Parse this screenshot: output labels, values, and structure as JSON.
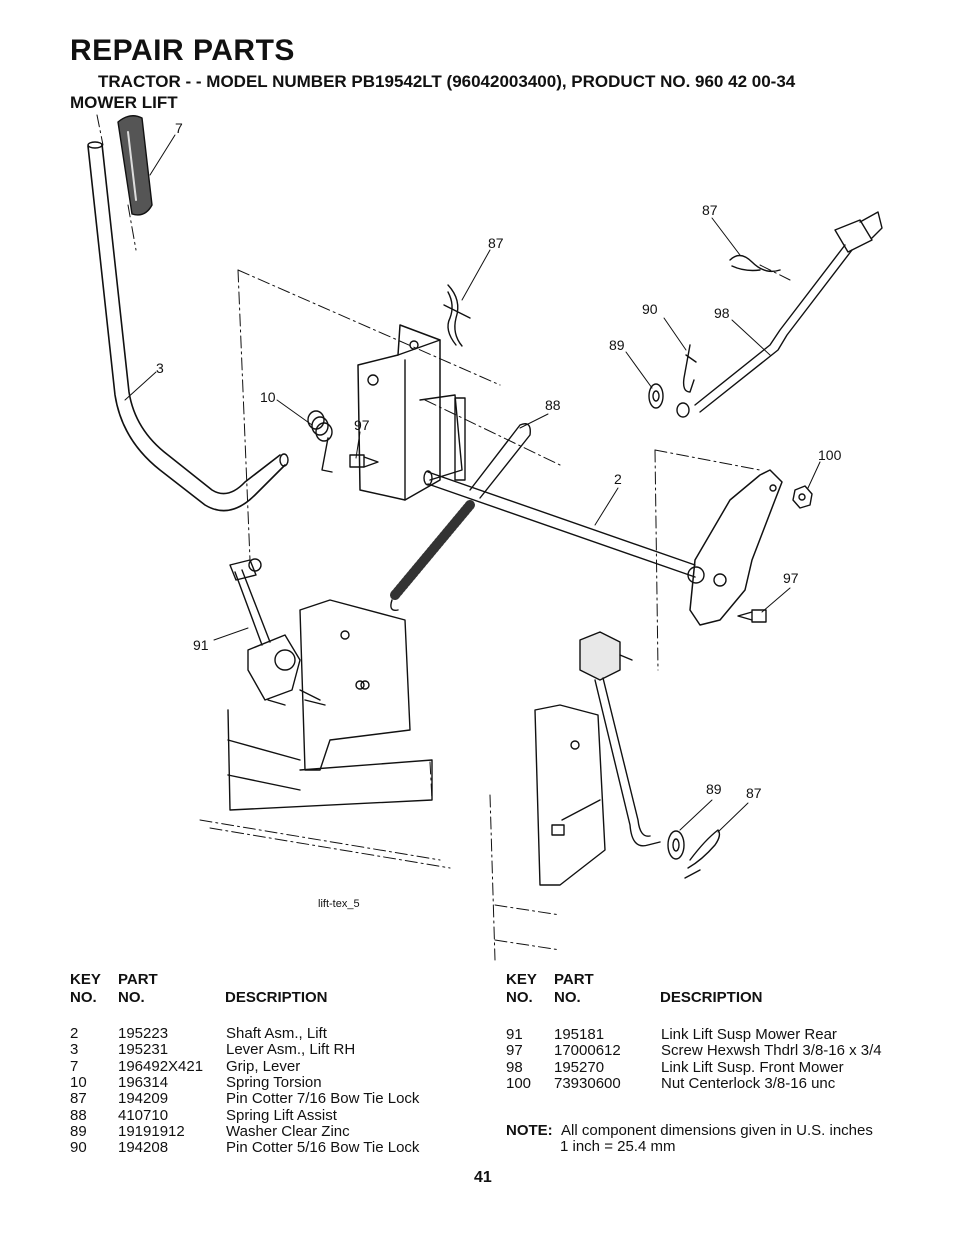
{
  "header": {
    "title": "REPAIR PARTS",
    "subtitle": "TRACTOR - - MODEL NUMBER PB19542LT (96042003400), PRODUCT NO. 960 42 00-34",
    "section": "MOWER LIFT"
  },
  "diagram": {
    "callouts": [
      "7",
      "87",
      "87",
      "90",
      "98",
      "89",
      "3",
      "10",
      "97",
      "88",
      "2",
      "100",
      "97",
      "91",
      "89",
      "87"
    ],
    "figure_label": "lift-tex_5"
  },
  "table_headers": {
    "key_top": "KEY",
    "part_top": "PART",
    "key": "NO.",
    "part": "NO.",
    "description": "DESCRIPTION"
  },
  "parts_left": [
    {
      "key": "2",
      "part": "195223",
      "description": "Shaft Asm., Lift"
    },
    {
      "key": "3",
      "part": "195231",
      "description": "Lever Asm., Lift RH"
    },
    {
      "key": "7",
      "part": "196492X421",
      "description": "Grip, Lever"
    },
    {
      "key": "10",
      "part": "196314",
      "description": "Spring Torsion"
    },
    {
      "key": "87",
      "part": "194209",
      "description": "Pin Cotter 7/16 Bow Tie Lock"
    },
    {
      "key": "88",
      "part": "410710",
      "description": "Spring Lift Assist"
    },
    {
      "key": "89",
      "part": "19191912",
      "description": "Washer Clear Zinc"
    },
    {
      "key": "90",
      "part": "194208",
      "description": "Pin Cotter 5/16 Bow Tie Lock"
    }
  ],
  "parts_right": [
    {
      "key": "91",
      "part": "195181",
      "description": "Link Lift Susp Mower Rear"
    },
    {
      "key": "97",
      "part": "17000612",
      "description": "Screw Hexwsh Thdrl 3/8-16 x 3/4"
    },
    {
      "key": "98",
      "part": "195270",
      "description": "Link Lift Susp. Front Mower"
    },
    {
      "key": "100",
      "part": "73930600",
      "description": "Nut Centerlock 3/8-16 unc"
    }
  ],
  "note": {
    "label": "NOTE:",
    "line1": "All component dimensions given in U.S. inches",
    "line2": "1 inch = 25.4 mm"
  },
  "page_number": "41"
}
